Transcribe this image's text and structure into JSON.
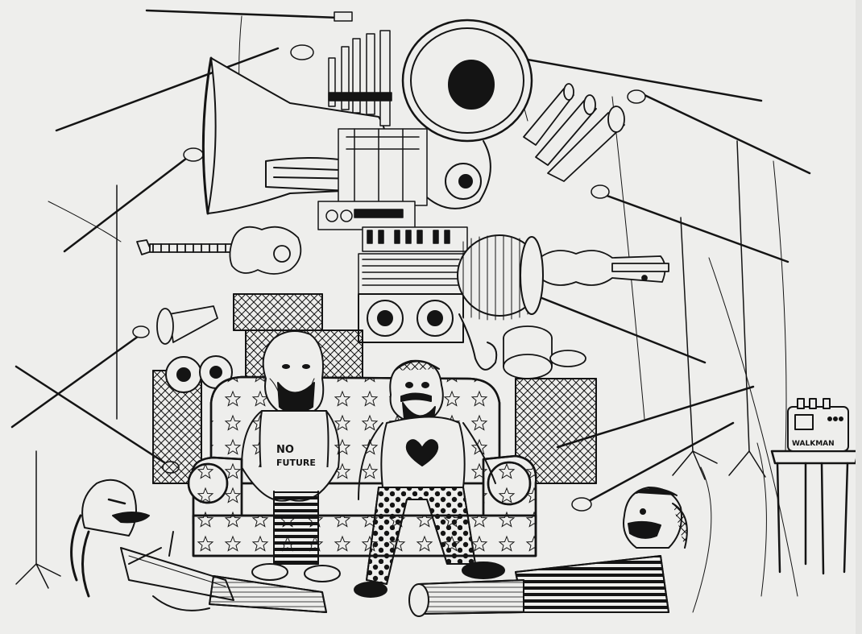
{
  "illustration": {
    "paper_color": "#eeeeec",
    "ink_color": "#141414",
    "shirt_text_line1": "NO",
    "shirt_text_line2": "FUTURE",
    "device_label": "WALKMAN"
  }
}
